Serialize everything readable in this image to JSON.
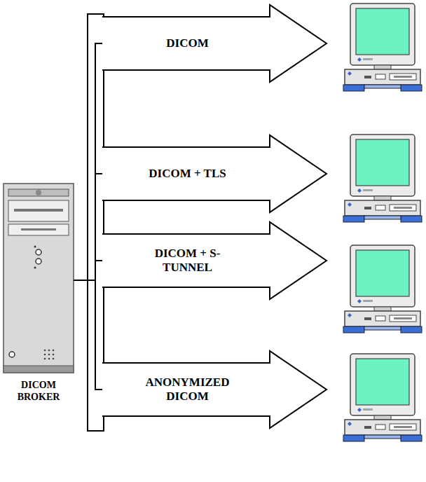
{
  "diagram": {
    "nodes": [
      {
        "text": [
          "DICOM BROKER"
        ]
      },
      {
        "text": [
          "DICOM"
        ]
      },
      {
        "text": [
          "DICOM + TLS"
        ]
      },
      {
        "text": [
          "DICOM + S-TUNNEL"
        ]
      },
      {
        "text": [
          "ANONYMIZED DICOM"
        ]
      }
    ],
    "edges": [
      {
        "from": 0,
        "to": 1,
        "arrow": "none"
      },
      {
        "from": 0,
        "to": 2,
        "arrow": "none"
      },
      {
        "from": 0,
        "to": 3,
        "arrow": "none"
      },
      {
        "from": 0,
        "to": 4,
        "arrow": "none"
      }
    ]
  }
}
